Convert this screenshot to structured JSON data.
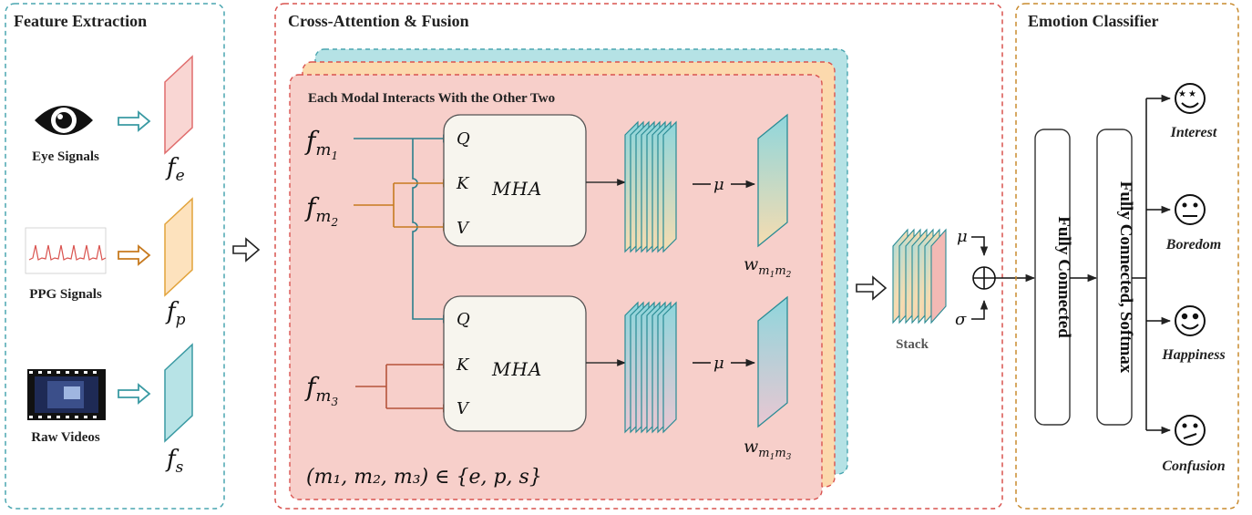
{
  "panels": {
    "feature_extraction": "Feature Extraction",
    "cross_attention": "Cross-Attention & Fusion",
    "emotion_classifier": "Emotion Classifier"
  },
  "inputs": [
    {
      "label": "Eye Signals",
      "feature": "f",
      "sub": "e",
      "color": "#e06d6d"
    },
    {
      "label": "PPG Signals",
      "feature": "f",
      "sub": "p",
      "color": "#e2a33b"
    },
    {
      "label": "Raw Videos",
      "feature": "f",
      "sub": "s",
      "color": "#3a9aa3"
    }
  ],
  "modal_title": "Each Modal Interacts With the Other Two",
  "modalities": {
    "m1": {
      "f": "f",
      "sub": "m",
      "subsub": "1"
    },
    "m2": {
      "f": "f",
      "sub": "m",
      "subsub": "2"
    },
    "m3": {
      "f": "f",
      "sub": "m",
      "subsub": "3"
    }
  },
  "attention": {
    "q": "Q",
    "k": "K",
    "v": "V",
    "block": "MHA",
    "mean": "μ",
    "std": "σ",
    "w1": {
      "w": "w",
      "sub": "m",
      "s1": "1",
      "m": "m",
      "s2": "2"
    },
    "w2": {
      "w": "w",
      "sub": "m",
      "s1": "1",
      "m": "m",
      "s2": "3"
    }
  },
  "tuple_formula": "(m₁, m₂, m₃) ∈ {e, p, s}",
  "stack_label": "Stack",
  "oplus": "⊕",
  "classifier": {
    "layer1": "Fully Connected",
    "layer2": "Fully Connected, Softmax",
    "emotions": [
      "Interest",
      "Boredom",
      "Happiness",
      "Confusion"
    ]
  },
  "colors": {
    "eye": "#e06d6d",
    "ppg": "#e2a33b",
    "video": "#3a9aa3",
    "teal_arrow": "#2a7f8c",
    "orange_arrow": "#c77a1f",
    "red_arrow": "#b5533a",
    "pink_panel": "#f7cfca",
    "panel_border_feature": "#4aa6b0",
    "panel_border_fusion": "#d9534f",
    "panel_border_classifier": "#c98b2e"
  }
}
